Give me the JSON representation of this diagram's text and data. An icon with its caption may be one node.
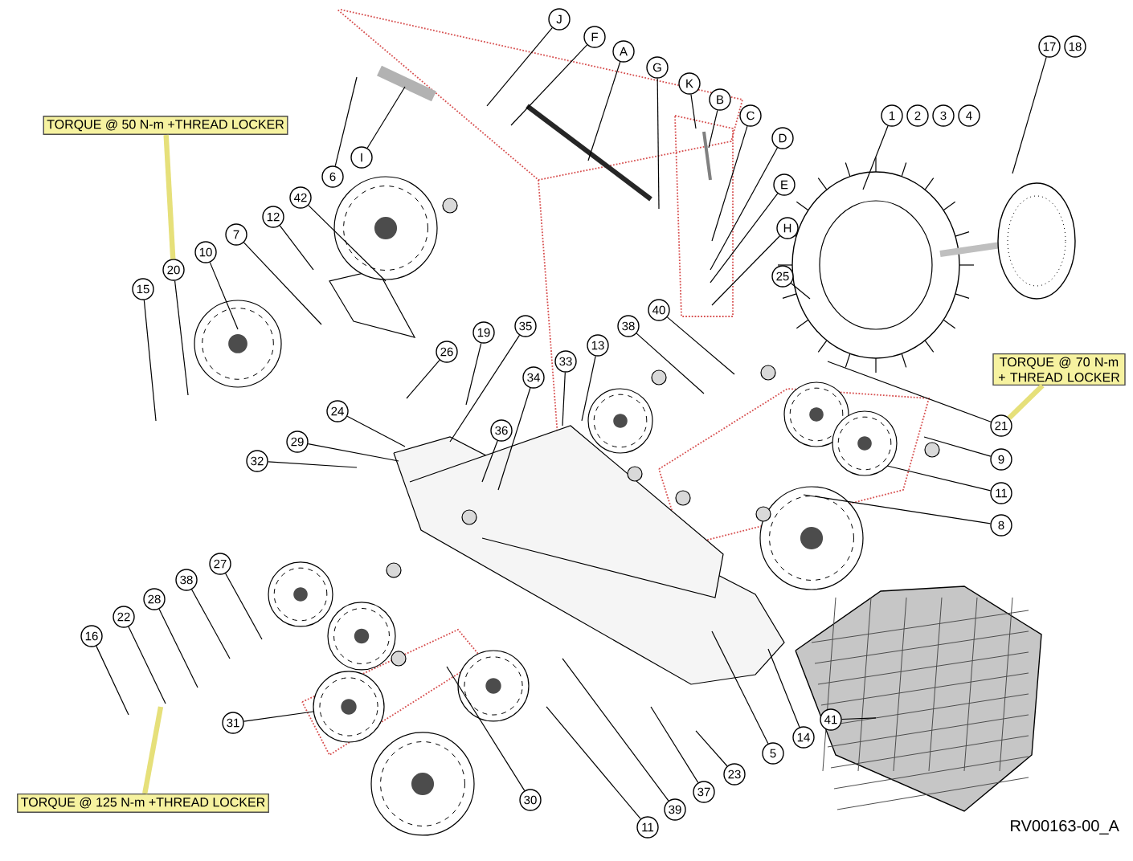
{
  "diagram": {
    "nodes": [
      {
        "text": [
          "TORQUE @ 50 N-m +THREAD LOCKER"
        ]
      },
      {
        "text": [
          "J"
        ]
      },
      {
        "text": [
          "F"
        ]
      },
      {
        "text": [
          "A"
        ]
      },
      {
        "text": [
          "G"
        ]
      },
      {
        "text": [
          "K"
        ]
      },
      {
        "text": [
          "B"
        ]
      },
      {
        "text": [
          "C"
        ]
      },
      {
        "text": [
          "D"
        ]
      },
      {
        "text": [
          "E"
        ]
      },
      {
        "text": [
          "H"
        ]
      },
      {
        "text": [
          "6"
        ]
      },
      {
        "text": [
          "I"
        ]
      },
      {
        "text": [
          "42"
        ]
      },
      {
        "text": [
          "12"
        ]
      },
      {
        "text": [
          "7"
        ]
      },
      {
        "text": [
          "10"
        ]
      },
      {
        "text": [
          "20"
        ]
      },
      {
        "text": [
          "15"
        ]
      },
      {
        "text": [
          "1"
        ]
      },
      {
        "text": [
          "2"
        ]
      },
      {
        "text": [
          "3"
        ]
      },
      {
        "text": [
          "4"
        ]
      },
      {
        "text": [
          "17"
        ]
      },
      {
        "text": [
          "18"
        ]
      },
      {
        "text": [
          "25"
        ]
      },
      {
        "text": [
          "40"
        ]
      },
      {
        "text": [
          "38"
        ]
      },
      {
        "text": [
          "13"
        ]
      },
      {
        "text": [
          "33"
        ]
      },
      {
        "text": [
          "35"
        ]
      },
      {
        "text": [
          "19"
        ]
      },
      {
        "text": [
          "26"
        ]
      },
      {
        "text": [
          "34"
        ]
      },
      {
        "text": [
          "36"
        ]
      },
      {
        "text": [
          "24"
        ]
      },
      {
        "text": [
          "29"
        ]
      },
      {
        "text": [
          "32"
        ]
      },
      {
        "text": [
          "TORQUE @ 70 N-m + THREAD LOCKER"
        ]
      },
      {
        "text": [
          "21"
        ]
      },
      {
        "text": [
          "9"
        ]
      },
      {
        "text": [
          "11"
        ]
      },
      {
        "text": [
          "8"
        ]
      },
      {
        "text": [
          "27"
        ]
      },
      {
        "text": [
          "38"
        ]
      },
      {
        "text": [
          "28"
        ]
      },
      {
        "text": [
          "22"
        ]
      },
      {
        "text": [
          "16"
        ]
      },
      {
        "text": [
          "31"
        ]
      },
      {
        "text": [
          "41"
        ]
      },
      {
        "text": [
          "14"
        ]
      },
      {
        "text": [
          "5"
        ]
      },
      {
        "text": [
          "23"
        ]
      },
      {
        "text": [
          "37"
        ]
      },
      {
        "text": [
          "39"
        ]
      },
      {
        "text": [
          "30"
        ]
      },
      {
        "text": [
          "11"
        ]
      },
      {
        "text": [
          "TORQUE @ 125 N-m +THREAD LOCKER"
        ]
      }
    ],
    "edges": [
      {
        "from": 0,
        "to": 17,
        "arrow": "none",
        "style": "thick",
        "color": "#e6e07a"
      },
      {
        "from": 38,
        "to": 39,
        "arrow": "none",
        "style": "thick",
        "color": "#e6e07a"
      },
      {
        "from": 57,
        "to": null,
        "arrow": "none",
        "style": "thick",
        "color": "#e6e07a"
      },
      {
        "from": 1,
        "to": null,
        "arrow": "none"
      },
      {
        "from": 2,
        "to": null,
        "arrow": "none"
      },
      {
        "from": 3,
        "to": null,
        "arrow": "none"
      },
      {
        "from": 4,
        "to": null,
        "arrow": "none"
      },
      {
        "from": 5,
        "to": null,
        "arrow": "none"
      },
      {
        "from": 6,
        "to": null,
        "arrow": "none"
      },
      {
        "from": 7,
        "to": null,
        "arrow": "none"
      },
      {
        "from": 8,
        "to": null,
        "arrow": "none"
      },
      {
        "from": 9,
        "to": null,
        "arrow": "none"
      },
      {
        "from": 10,
        "to": null,
        "arrow": "none"
      },
      {
        "from": 11,
        "to": null,
        "arrow": "none"
      },
      {
        "from": 12,
        "to": null,
        "arrow": "none"
      },
      {
        "from": 13,
        "to": null,
        "arrow": "none"
      },
      {
        "from": 14,
        "to": null,
        "arrow": "none"
      },
      {
        "from": 15,
        "to": null,
        "arrow": "none"
      },
      {
        "from": 16,
        "to": null,
        "arrow": "none"
      },
      {
        "from": 17,
        "to": null,
        "arrow": "none"
      },
      {
        "from": 18,
        "to": null,
        "arrow": "none"
      },
      {
        "from": 19,
        "to": null,
        "arrow": "none"
      },
      {
        "from": 23,
        "to": null,
        "arrow": "none"
      },
      {
        "from": 25,
        "to": null,
        "arrow": "none"
      },
      {
        "from": 26,
        "to": null,
        "arrow": "none"
      },
      {
        "from": 27,
        "to": null,
        "arrow": "none"
      },
      {
        "from": 28,
        "to": null,
        "arrow": "none"
      },
      {
        "from": 29,
        "to": null,
        "arrow": "none"
      },
      {
        "from": 30,
        "to": null,
        "arrow": "none"
      },
      {
        "from": 31,
        "to": null,
        "arrow": "none"
      },
      {
        "from": 32,
        "to": null,
        "arrow": "none"
      },
      {
        "from": 33,
        "to": null,
        "arrow": "none"
      },
      {
        "from": 34,
        "to": null,
        "arrow": "none"
      },
      {
        "from": 35,
        "to": null,
        "arrow": "none"
      },
      {
        "from": 36,
        "to": null,
        "arrow": "none"
      },
      {
        "from": 37,
        "to": null,
        "arrow": "none"
      },
      {
        "from": 39,
        "to": null,
        "arrow": "none"
      },
      {
        "from": 40,
        "to": null,
        "arrow": "none"
      },
      {
        "from": 41,
        "to": null,
        "arrow": "none"
      },
      {
        "from": 42,
        "to": null,
        "arrow": "none"
      },
      {
        "from": 43,
        "to": null,
        "arrow": "none"
      },
      {
        "from": 44,
        "to": null,
        "arrow": "none"
      },
      {
        "from": 45,
        "to": null,
        "arrow": "none"
      },
      {
        "from": 46,
        "to": null,
        "arrow": "none"
      },
      {
        "from": 47,
        "to": null,
        "arrow": "none"
      },
      {
        "from": 48,
        "to": null,
        "arrow": "none"
      },
      {
        "from": 49,
        "to": null,
        "arrow": "none"
      },
      {
        "from": 50,
        "to": null,
        "arrow": "none"
      },
      {
        "from": 51,
        "to": null,
        "arrow": "none"
      },
      {
        "from": 52,
        "to": null,
        "arrow": "none"
      },
      {
        "from": 53,
        "to": null,
        "arrow": "none"
      },
      {
        "from": 54,
        "to": null,
        "arrow": "none"
      },
      {
        "from": 55,
        "to": null,
        "arrow": "none"
      },
      {
        "from": 56,
        "to": null,
        "arrow": "none"
      }
    ],
    "labels": [
      "RV00163-00_A"
    ]
  }
}
